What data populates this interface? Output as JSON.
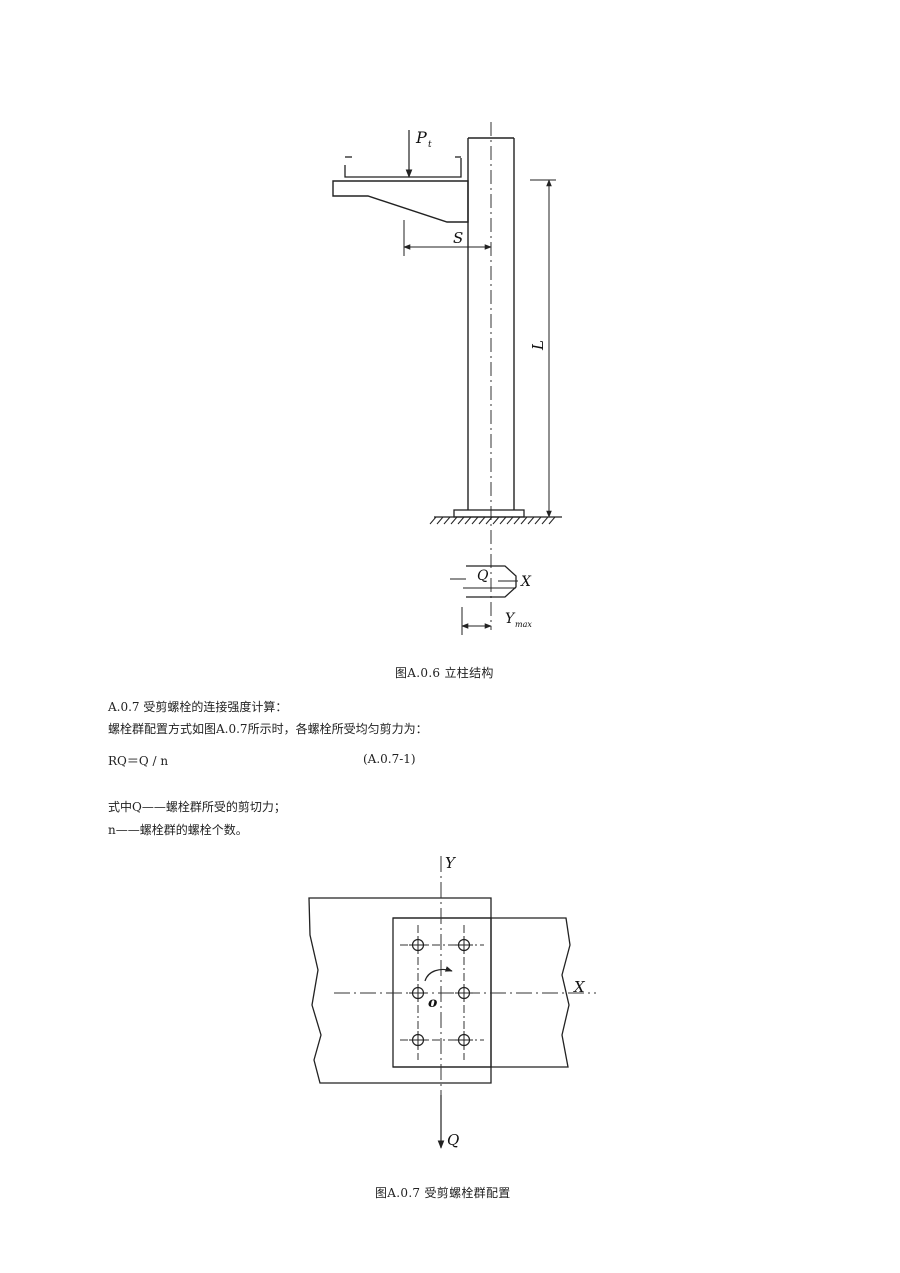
{
  "figure1": {
    "label_load": "P",
    "label_load_sub": "t",
    "label_s": "S",
    "label_l": "L",
    "label_q": "Q",
    "label_x": "X",
    "label_ymax": "Y",
    "label_ymax_sub": "max",
    "caption": "图A.0.6 立柱结构"
  },
  "text": {
    "section_heading": "A.0.7 受剪螺栓的连接强度计算：",
    "intro": "螺栓群配置方式如图A.0.7所示时，各螺栓所受均匀剪力为：",
    "formula": "RQ＝Q / n",
    "formula_number": "(A.0.7-1)",
    "def_q": "式中Q——螺栓群所受的剪切力；",
    "def_n": "n——螺栓群的螺栓个数。"
  },
  "figure2": {
    "label_y": "Y",
    "label_x": "X",
    "label_o": "o",
    "label_q": "Q",
    "caption": "图A.0.7 受剪螺栓群配置"
  }
}
